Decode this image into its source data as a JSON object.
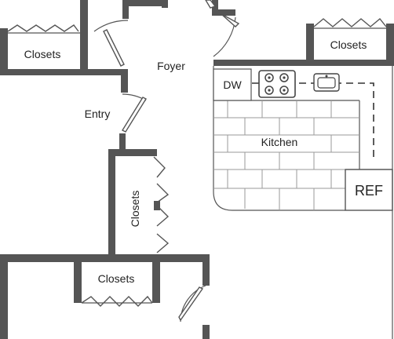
{
  "labels": {
    "closets_top_left": "Closets",
    "foyer": "Foyer",
    "closets_top_right": "Closets",
    "dishwasher": "DW",
    "entry": "Entry",
    "kitchen": "Kitchen",
    "refrigerator": "REF",
    "closets_hall": "Closets",
    "closets_bottom": "Closets"
  },
  "colors": {
    "walls": "#555555",
    "background": "#ffffff",
    "tile_lines": "#9a9a9a"
  }
}
